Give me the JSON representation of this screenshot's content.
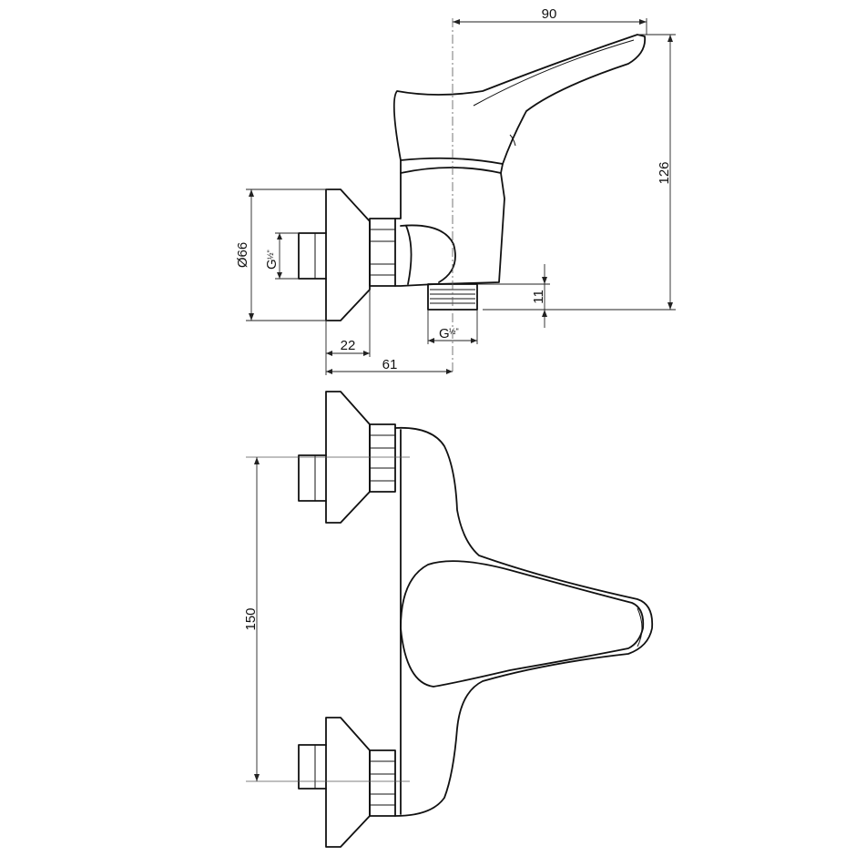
{
  "dimensions": {
    "width_90": "90",
    "height_126": "126",
    "diameter_66": "Ø66",
    "thread_g": "G",
    "thread_fraction": "½\"",
    "offset_11": "11",
    "depth_22": "22",
    "depth_61": "61",
    "spacing_150": "150"
  }
}
